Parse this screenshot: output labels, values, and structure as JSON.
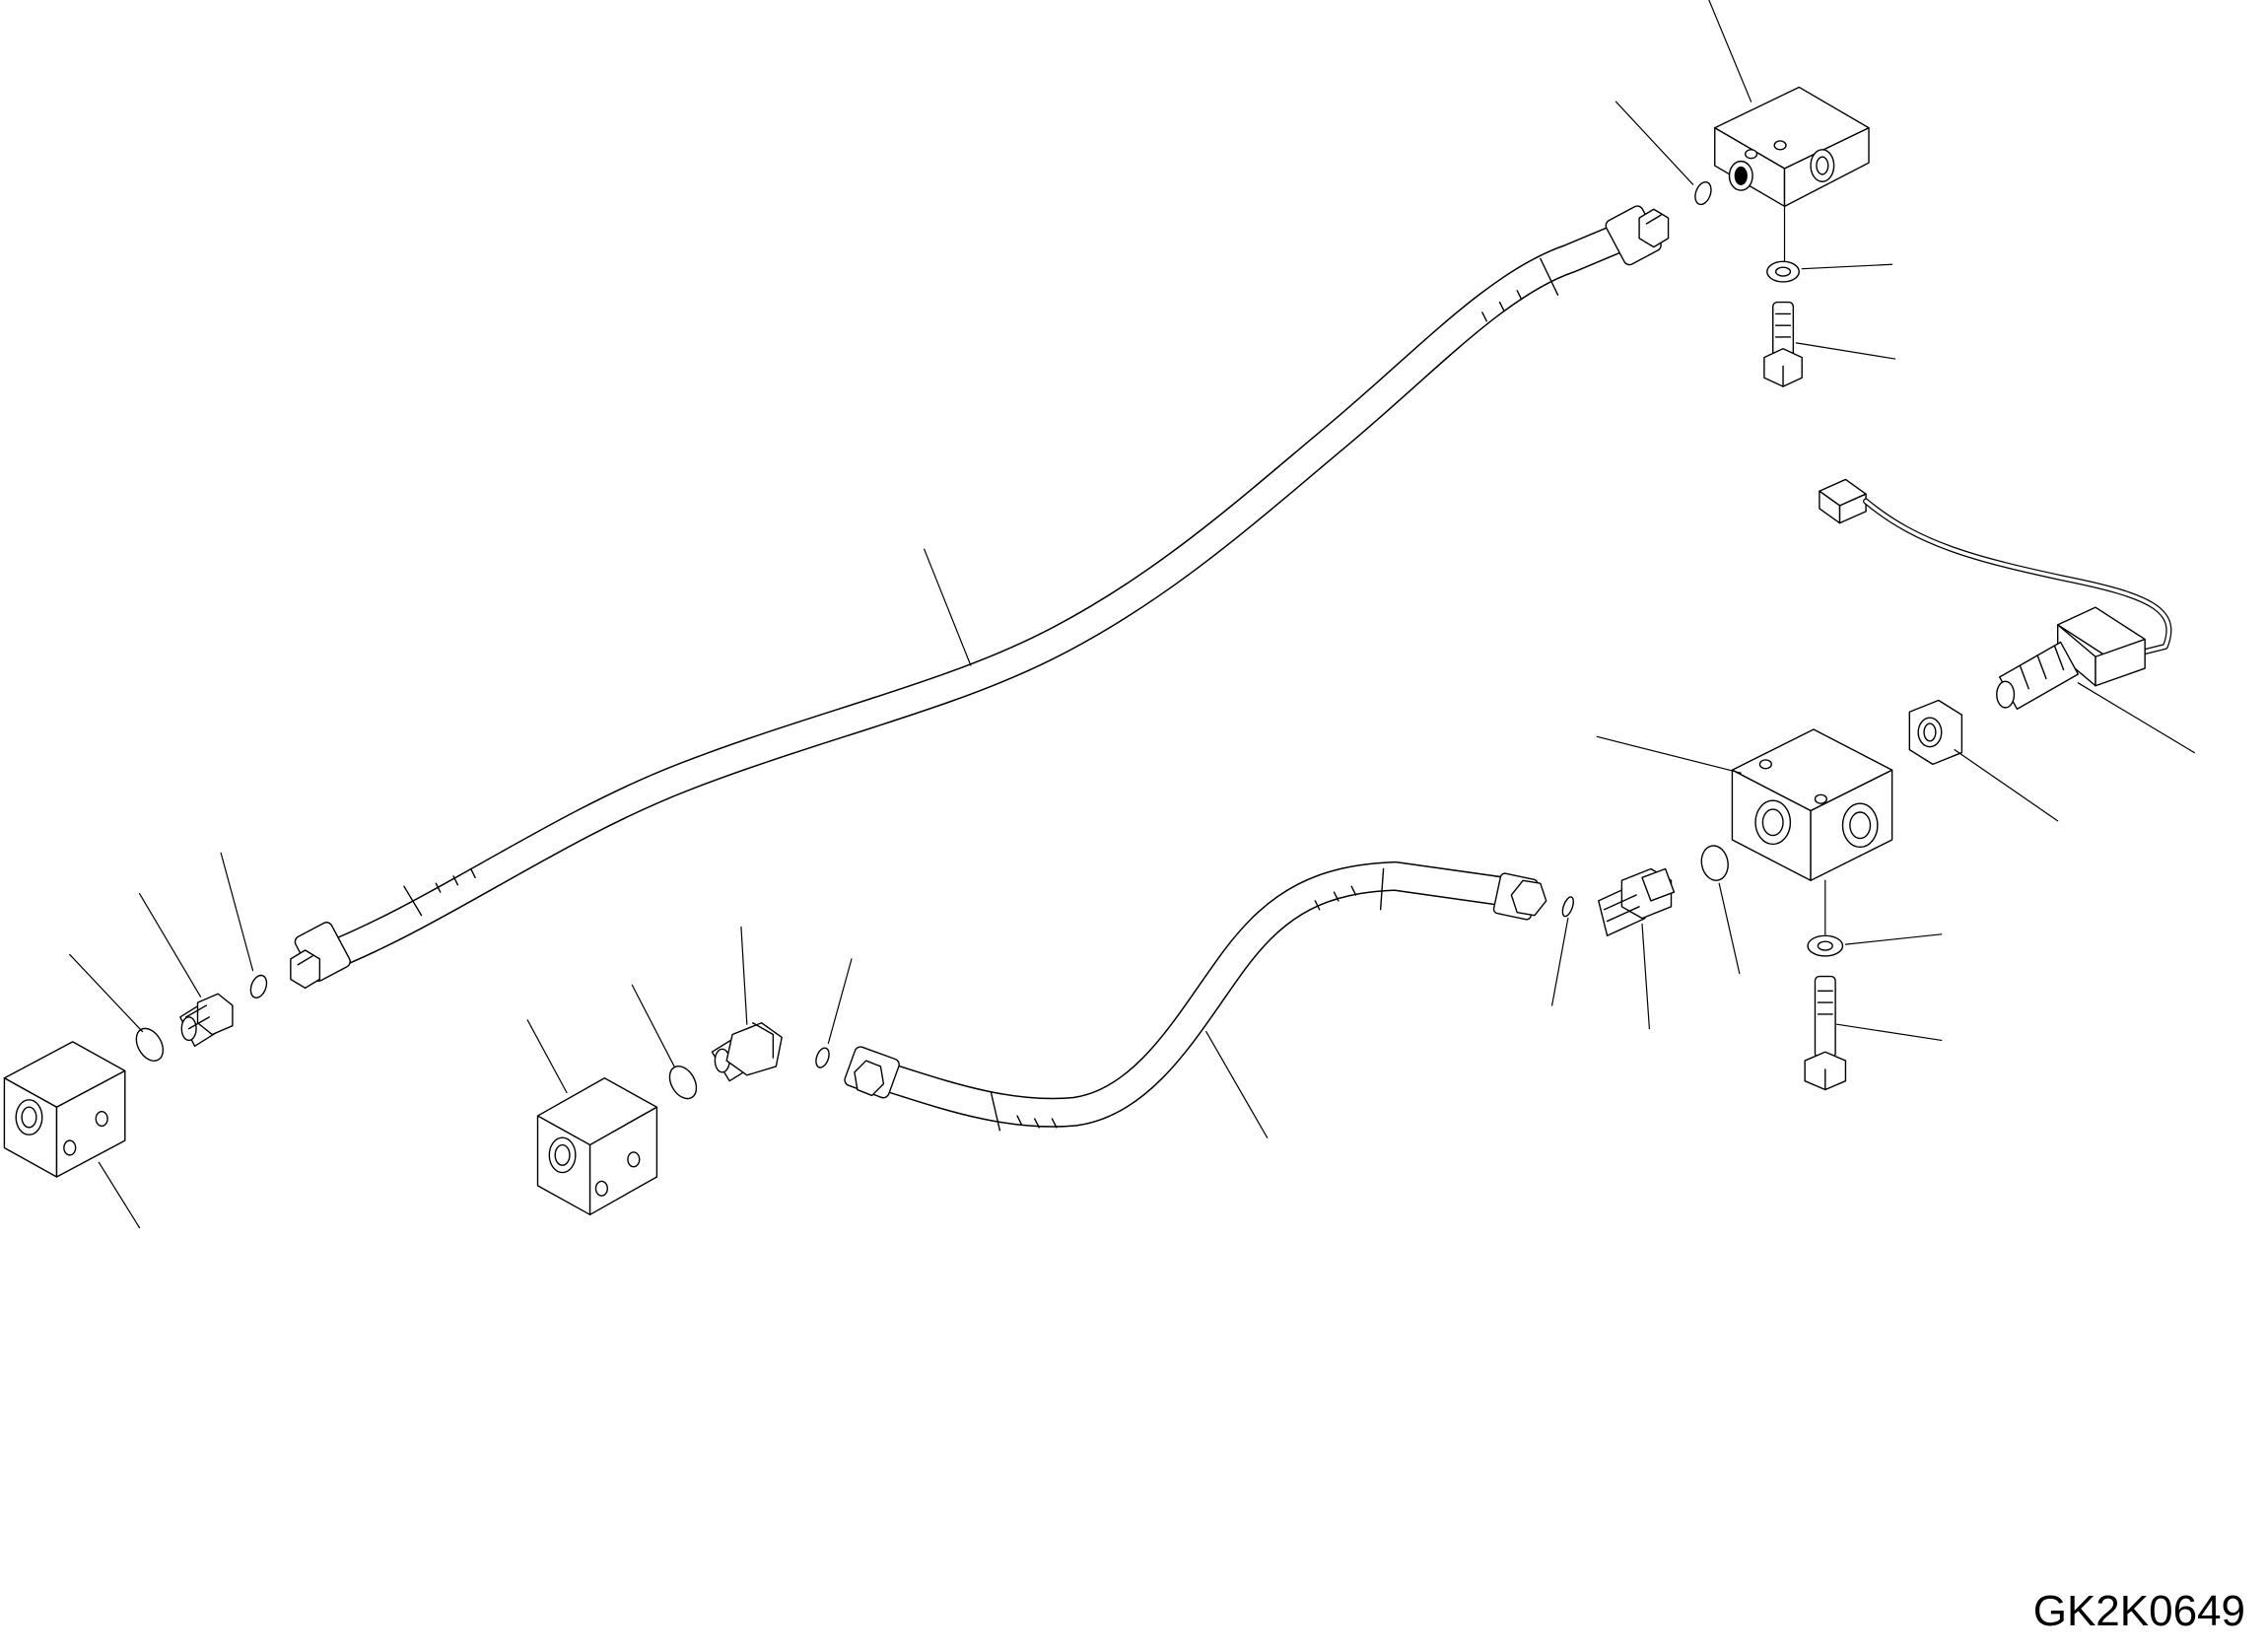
{
  "drawing": {
    "id": "GK2K0649",
    "line_color": "#000000",
    "fill_color": "#ffffff",
    "parts": [
      {
        "name": "hose-long",
        "icon": "hose"
      },
      {
        "name": "hose-short",
        "icon": "hose"
      },
      {
        "name": "block-top-right",
        "icon": "valve-block"
      },
      {
        "name": "block-mid-right",
        "icon": "valve-block"
      },
      {
        "name": "block-bottom-left",
        "icon": "valve-block"
      },
      {
        "name": "block-bottom-center",
        "icon": "valve-block"
      },
      {
        "name": "sensor",
        "icon": "pressure-sensor"
      },
      {
        "name": "nut",
        "icon": "hex-nut"
      },
      {
        "name": "elbow-adapter-left",
        "icon": "elbow-fitting"
      },
      {
        "name": "elbow-adapter-right",
        "icon": "elbow-fitting"
      },
      {
        "name": "straight-adapter",
        "icon": "straight-fitting"
      },
      {
        "name": "bolt-top",
        "icon": "socket-head-bolt"
      },
      {
        "name": "bolt-mid",
        "icon": "socket-head-bolt"
      },
      {
        "name": "washer-top",
        "icon": "washer"
      },
      {
        "name": "washer-mid",
        "icon": "washer"
      },
      {
        "name": "o-rings",
        "icon": "o-ring"
      }
    ]
  }
}
